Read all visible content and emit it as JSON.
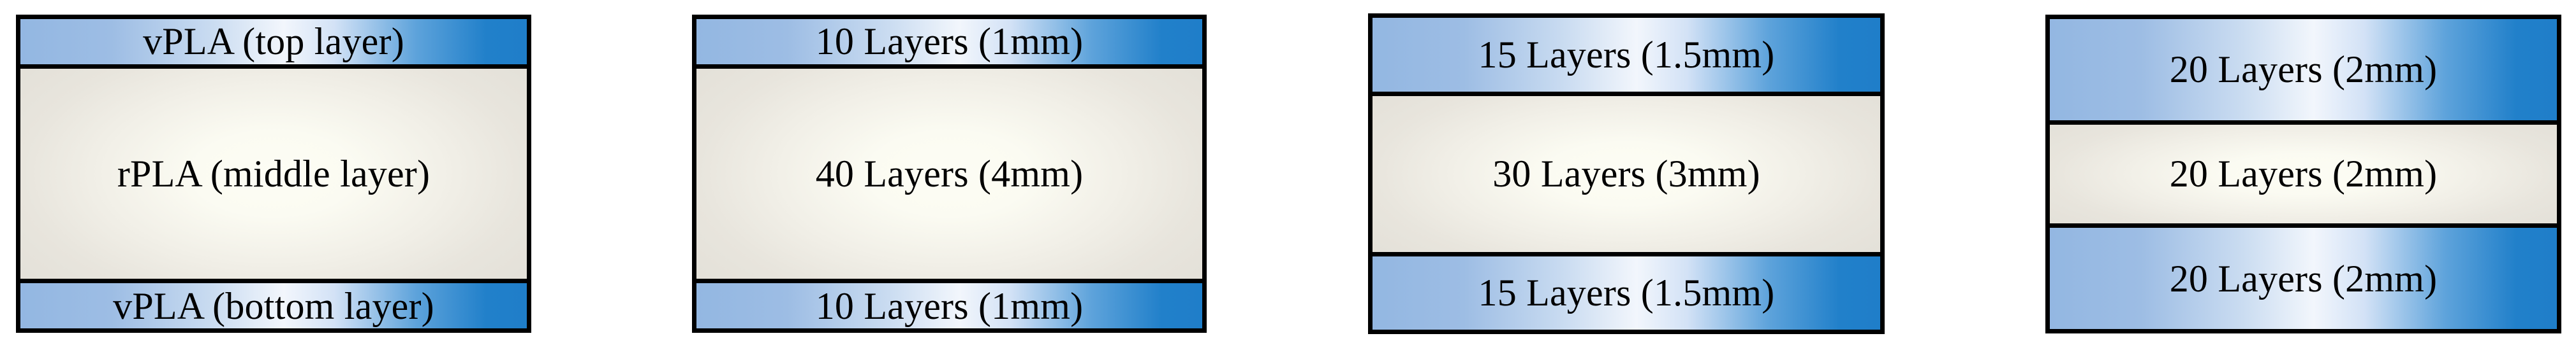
{
  "figure": {
    "type": "diagram",
    "subject": "Sandwich-structured 3D-printed PLA specimen cross-sections",
    "background_color": "#ffffff",
    "skin_color_left": "#93b7e2",
    "skin_color_right": "#1f7ec9",
    "core_color": "#e8e5dd",
    "outline_color": "#000000"
  },
  "specimens": [
    {
      "id": "specimen-1",
      "name": "material-designation",
      "layers": [
        {
          "name": "top-skin",
          "label": "vPLA (top layer)",
          "style": "skin",
          "height_fraction": 0.165
        },
        {
          "name": "core",
          "label": "rPLA (middle layer)",
          "style": "core",
          "height_fraction": 0.67
        },
        {
          "name": "bottom-skin",
          "label": "vPLA (bottom layer)",
          "style": "skin",
          "height_fraction": 0.165
        }
      ]
    },
    {
      "id": "specimen-2",
      "name": "configuration-10-40-10",
      "layers": [
        {
          "name": "top-skin",
          "label": "10 Layers (1mm)",
          "style": "skin",
          "height_fraction": 0.165
        },
        {
          "name": "core",
          "label": "40 Layers (4mm)",
          "style": "core",
          "height_fraction": 0.67
        },
        {
          "name": "bottom-skin",
          "label": "10 Layers (1mm)",
          "style": "skin",
          "height_fraction": 0.165
        }
      ]
    },
    {
      "id": "specimen-3",
      "name": "configuration-15-30-15",
      "layers": [
        {
          "name": "top-skin",
          "label": "15 Layers (1.5mm)",
          "style": "skin",
          "height_fraction": 0.25
        },
        {
          "name": "core",
          "label": "30 Layers (3mm)",
          "style": "core",
          "height_fraction": 0.5
        },
        {
          "name": "bottom-skin",
          "label": "15 Layers (1.5mm)",
          "style": "skin",
          "height_fraction": 0.25
        }
      ]
    },
    {
      "id": "specimen-4",
      "name": "configuration-20-20-20",
      "layers": [
        {
          "name": "top-skin",
          "label": "20 Layers (2mm)",
          "style": "skin",
          "height_fraction": 0.335
        },
        {
          "name": "core",
          "label": "20 Layers (2mm)",
          "style": "core",
          "height_fraction": 0.33
        },
        {
          "name": "bottom-skin",
          "label": "20 Layers (2mm)",
          "style": "skin",
          "height_fraction": 0.335
        }
      ]
    }
  ]
}
